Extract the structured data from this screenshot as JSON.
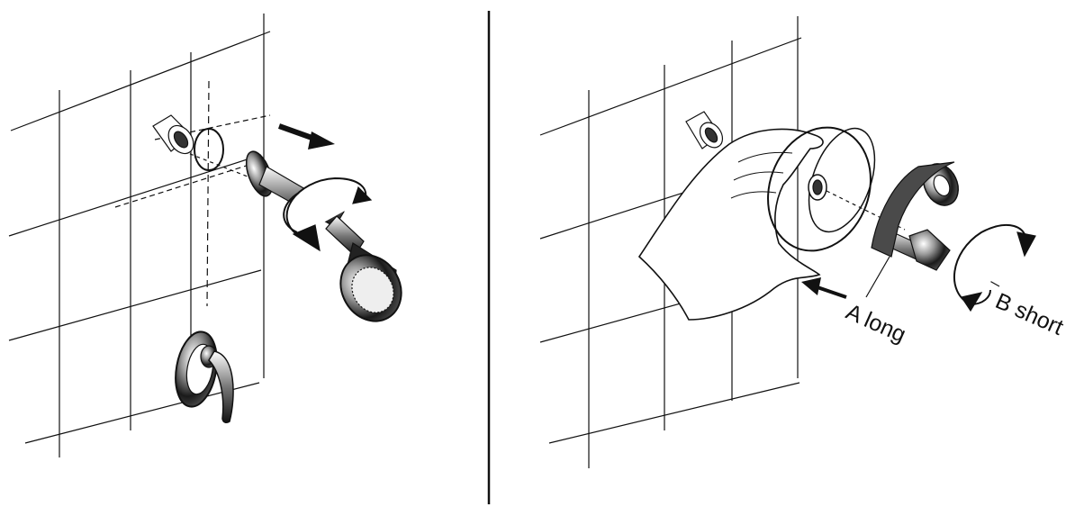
{
  "figure": {
    "left_panel": {
      "step": "remove-shower-arm-and-flange"
    },
    "right_panel": {
      "step": "wrap-adapter-tape-and-tighten"
    },
    "labels": {
      "a": "A long",
      "b": "B short"
    }
  },
  "colors": {
    "ink": "#111111",
    "background": "#ffffff",
    "tape": "#4a4a4a"
  }
}
